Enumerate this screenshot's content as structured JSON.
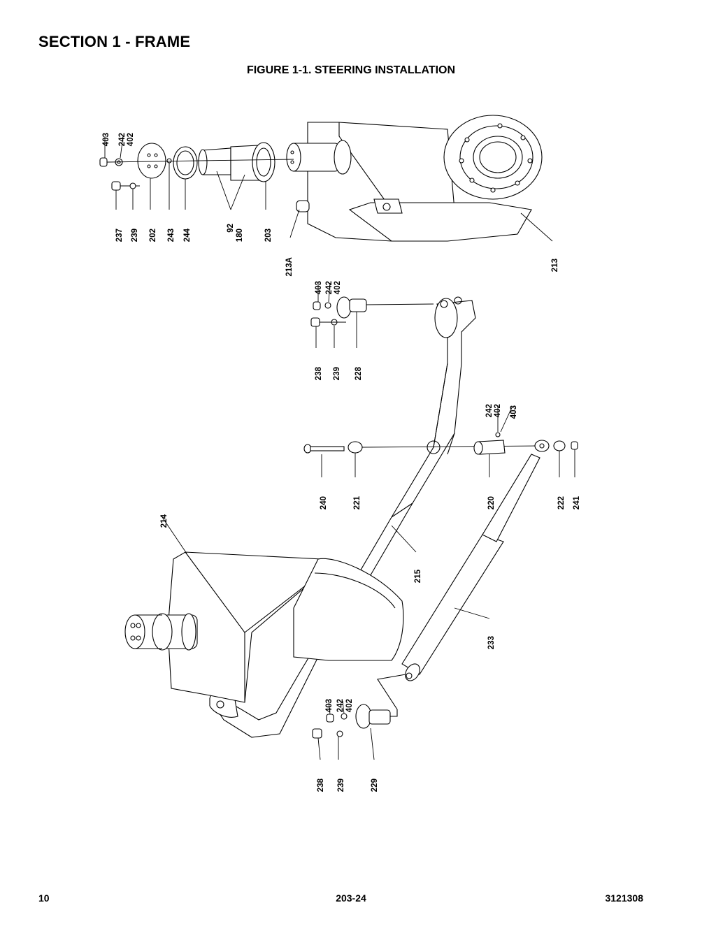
{
  "header": {
    "section_title": "SECTION 1 - FRAME",
    "figure_title": "FIGURE 1-1. STEERING INSTALLATION"
  },
  "footer": {
    "page_number": "10",
    "document_code": "203-24",
    "part_number": "3121308"
  },
  "callouts": {
    "c403a": "403",
    "c242a": "242",
    "c402a": "402",
    "c237": "237",
    "c239a": "239",
    "c202": "202",
    "c243": "243",
    "c244": "244",
    "c92": "92",
    "c180": "180",
    "c203": "203",
    "c213a": "213A",
    "c213": "213",
    "c403b": "403",
    "c242b": "242",
    "c402b": "402",
    "c238a": "238",
    "c239b": "239",
    "c228": "228",
    "c242c": "242",
    "c402c": "402",
    "c403c": "403",
    "c240": "240",
    "c221": "221",
    "c220": "220",
    "c222": "222",
    "c241": "241",
    "c214": "214",
    "c215": "215",
    "c233": "233",
    "c403d": "403",
    "c242d": "242",
    "c402d": "402",
    "c238b": "238",
    "c239c": "239",
    "c229": "229"
  }
}
